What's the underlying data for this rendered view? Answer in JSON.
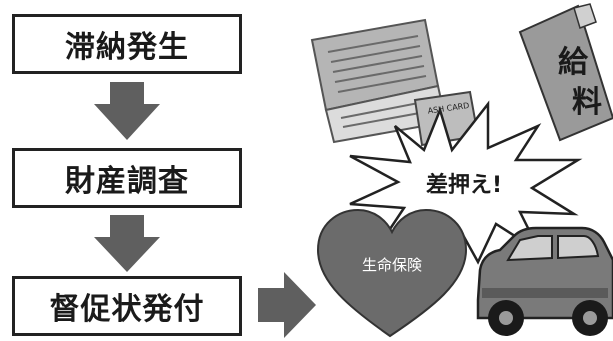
{
  "steps": [
    {
      "label": "滞納発生"
    },
    {
      "label": "財産調査"
    },
    {
      "label": "督促状発付"
    }
  ],
  "burst_label": "差押え!",
  "items": {
    "salary_char_1": "給",
    "salary_char_2": "料",
    "card_label": "ASH CARD",
    "insurance_label": "生命保険"
  },
  "colors": {
    "arrow": "#5f5f5f",
    "heart": "#6b6b6b",
    "car": "#7a7a7a",
    "envelope": "#8c8c8c"
  }
}
